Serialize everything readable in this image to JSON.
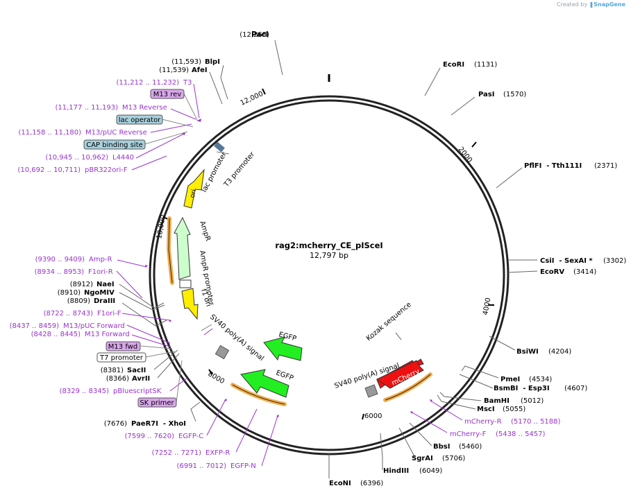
{
  "credit": {
    "prefix": "Created by",
    "brand": "SnapGene"
  },
  "plasmid": {
    "name": "rag2:mcherry_CE_pISceI",
    "length_label": "12,797 bp"
  },
  "ticks": [
    "2000",
    "4000",
    "6000",
    "8000",
    "10,000",
    "12,000"
  ],
  "enzymes": [
    {
      "name": "PacI",
      "pos": "(12,268)"
    },
    {
      "name": "BlpI",
      "pos": "(11,593)"
    },
    {
      "name": "AfeI",
      "pos": "(11,539)"
    },
    {
      "name": "EcoRI",
      "pos": "(1131)"
    },
    {
      "name": "PasI",
      "pos": "(1570)"
    },
    {
      "name": "PflFI  - Tth111I",
      "pos": "(2371)"
    },
    {
      "name": "CsiI  - SexAI *",
      "pos": "(3302)"
    },
    {
      "name": "EcoRV",
      "pos": "(3414)"
    },
    {
      "name": "BsiWI",
      "pos": "(4204)"
    },
    {
      "name": "PmeI",
      "pos": "(4534)"
    },
    {
      "name": "BsmBI  - Esp3I",
      "pos": "(4607)"
    },
    {
      "name": "BamHI",
      "pos": "(5012)"
    },
    {
      "name": "MscI",
      "pos": "(5055)"
    },
    {
      "name": "BbsI",
      "pos": "(5460)"
    },
    {
      "name": "SgrAI",
      "pos": "(5706)"
    },
    {
      "name": "HindIII",
      "pos": "(6049)"
    },
    {
      "name": "EcoNI",
      "pos": "(6396)"
    },
    {
      "name": "PaeR7I  - XhoI",
      "pos": "(7676)"
    },
    {
      "name": "AvrII",
      "pos": "(8366)"
    },
    {
      "name": "SacII",
      "pos": "(8381)"
    },
    {
      "name": "DraIII",
      "pos": "(8809)"
    },
    {
      "name": "NgoMIV",
      "pos": "(8910)"
    },
    {
      "name": "NaeI",
      "pos": "(8912)"
    }
  ],
  "primers": [
    {
      "name": "T3",
      "pos": "(11,212 .. 11,232)"
    },
    {
      "name": "M13 Reverse",
      "pos": "(11,177 .. 11,193)"
    },
    {
      "name": "M13/pUC Reverse",
      "pos": "(11,158 .. 11,180)"
    },
    {
      "name": "L4440",
      "pos": "(10,945 .. 10,962)"
    },
    {
      "name": "pBR322ori-F",
      "pos": "(10,692 .. 10,711)"
    },
    {
      "name": "Amp-R",
      "pos": "(9390 .. 9409)"
    },
    {
      "name": "F1ori-R",
      "pos": "(8934 .. 8953)"
    },
    {
      "name": "F1ori-F",
      "pos": "(8722 .. 8743)"
    },
    {
      "name": "M13/pUC Forward",
      "pos": "(8437 .. 8459)"
    },
    {
      "name": "M13 Forward",
      "pos": "(8428 .. 8445)"
    },
    {
      "name": "pBluescriptSK",
      "pos": "(8329 .. 8345)"
    },
    {
      "name": "EGFP-C",
      "pos": "(7599 .. 7620)"
    },
    {
      "name": "EXFP-R",
      "pos": "(7252 .. 7271)"
    },
    {
      "name": "EGFP-N",
      "pos": "(6991 .. 7012)"
    },
    {
      "name": "mCherry-R",
      "pos": "(5170 .. 5188)"
    },
    {
      "name": "mCherry-F",
      "pos": "(5438 .. 5457)"
    }
  ],
  "boxed_labels": [
    {
      "name": "M13 rev",
      "kind": "primer"
    },
    {
      "name": "lac operator",
      "kind": "feature"
    },
    {
      "name": "CAP binding site",
      "kind": "feature"
    },
    {
      "name": "M13 fwd",
      "kind": "primer"
    },
    {
      "name": "T7 promoter",
      "kind": "promoter"
    },
    {
      "name": "SK primer",
      "kind": "primer"
    }
  ],
  "feature_labels": [
    "ori",
    "lac promoter",
    "T3 promoter",
    "AmpR",
    "AmpR promoter",
    "f1 ori",
    "SV40 poly(A) signal",
    "EGFP",
    "EGFP",
    "Kozak sequence",
    "SV40 poly(A) signal",
    "mCherry"
  ],
  "colors": {
    "enzyme": "#000000",
    "primer": "#9933cc",
    "primer_box": "#d9a6ea",
    "feature_box": "#a8d0dd",
    "ori": "#ffee00",
    "ampr": "#ccffcc",
    "egfp": "#22ee22",
    "mcherry": "#ee1111",
    "highlight": "#f0b050"
  }
}
